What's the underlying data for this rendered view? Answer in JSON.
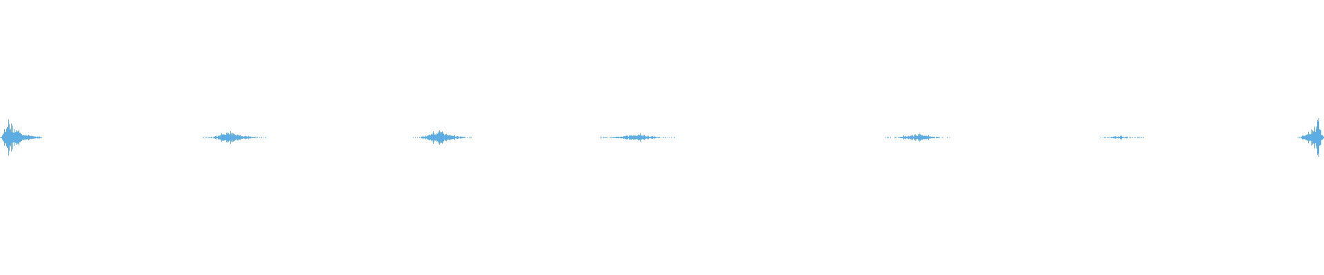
{
  "waveform": {
    "color": "#5dade2",
    "background": "#ffffff",
    "bursts": [
      {
        "start": 0.0,
        "peak": 0.005,
        "end": 0.032,
        "amplitude": 0.16
      },
      {
        "start": 0.153,
        "peak": 0.174,
        "end": 0.201,
        "amplitude": 0.05
      },
      {
        "start": 0.312,
        "peak": 0.332,
        "end": 0.356,
        "amplitude": 0.065
      },
      {
        "start": 0.452,
        "peak": 0.483,
        "end": 0.51,
        "amplitude": 0.03
      },
      {
        "start": 0.668,
        "peak": 0.694,
        "end": 0.719,
        "amplitude": 0.03
      },
      {
        "start": 0.831,
        "peak": 0.846,
        "end": 0.865,
        "amplitude": 0.015
      },
      {
        "start": 0.979,
        "peak": 0.996,
        "end": 1.0,
        "amplitude": 0.15
      }
    ]
  }
}
